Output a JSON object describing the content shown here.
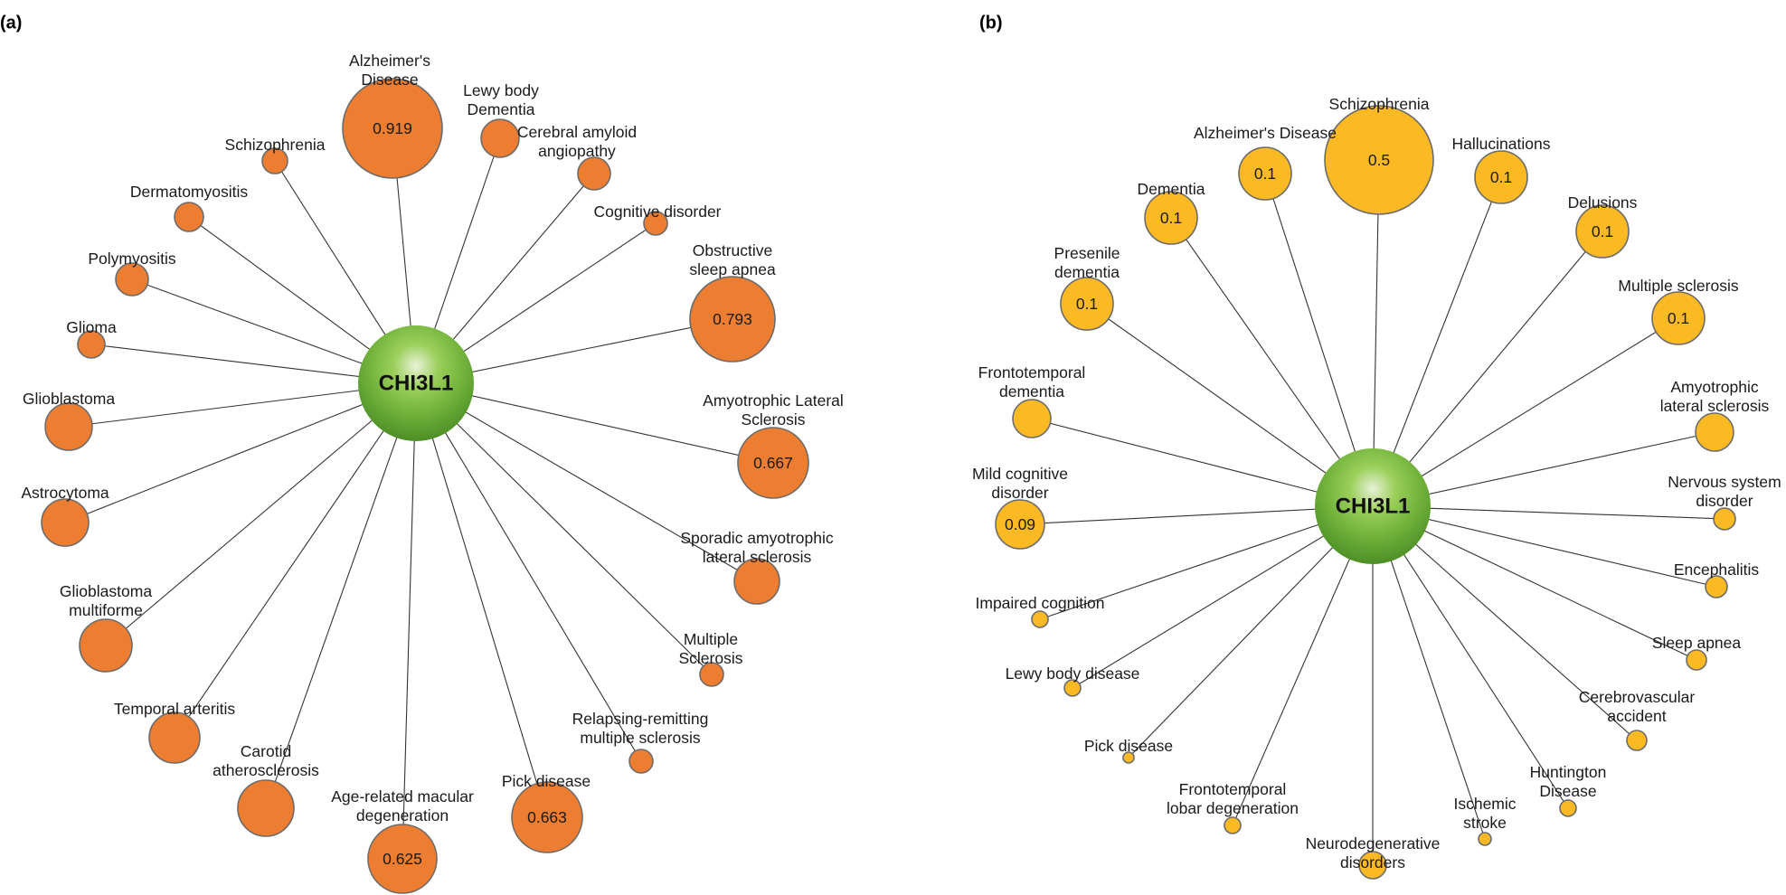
{
  "panels": [
    {
      "label": "(a)",
      "center": "CHI3L1",
      "node_color": "#ED7D31",
      "nodes": [
        {
          "lines": [
            "Alzheimer's",
            "Disease"
          ],
          "value": "0.919",
          "icon": "disease-node"
        },
        {
          "lines": [
            "Lewy body",
            "Dementia"
          ],
          "value": "",
          "icon": "disease-node"
        },
        {
          "lines": [
            "Cerebral amyloid",
            "angiopathy"
          ],
          "value": "",
          "icon": "disease-node"
        },
        {
          "lines": [
            "Cognitive disorder"
          ],
          "value": "",
          "icon": "disease-node"
        },
        {
          "lines": [
            "Obstructive",
            "sleep apnea"
          ],
          "value": "0.793",
          "icon": "disease-node"
        },
        {
          "lines": [
            "Amyotrophic Lateral",
            "Sclerosis"
          ],
          "value": "0.667",
          "icon": "disease-node"
        },
        {
          "lines": [
            "Sporadic amyotrophic",
            "lateral sclerosis"
          ],
          "value": "",
          "icon": "disease-node"
        },
        {
          "lines": [
            "Multiple",
            "Sclerosis"
          ],
          "value": "",
          "icon": "disease-node"
        },
        {
          "lines": [
            "Relapsing-remitting",
            "multiple sclerosis"
          ],
          "value": "",
          "icon": "disease-node"
        },
        {
          "lines": [
            "Pick disease"
          ],
          "value": "0.663",
          "icon": "disease-node"
        },
        {
          "lines": [
            "Age-related macular",
            "degeneration"
          ],
          "value": "0.625",
          "icon": "disease-node"
        },
        {
          "lines": [
            "Carotid",
            "atherosclerosis"
          ],
          "value": "",
          "icon": "disease-node"
        },
        {
          "lines": [
            "Temporal arteritis"
          ],
          "value": "",
          "icon": "disease-node"
        },
        {
          "lines": [
            "Glioblastoma",
            "multiforme"
          ],
          "value": "",
          "icon": "disease-node"
        },
        {
          "lines": [
            "Astrocytoma"
          ],
          "value": "",
          "icon": "disease-node"
        },
        {
          "lines": [
            "Glioblastoma"
          ],
          "value": "",
          "icon": "disease-node"
        },
        {
          "lines": [
            "Glioma"
          ],
          "value": "",
          "icon": "disease-node"
        },
        {
          "lines": [
            "Polymyositis"
          ],
          "value": "",
          "icon": "disease-node"
        },
        {
          "lines": [
            "Dermatomyositis"
          ],
          "value": "",
          "icon": "disease-node"
        },
        {
          "lines": [
            "Schizophrenia"
          ],
          "value": "",
          "icon": "disease-node"
        }
      ]
    },
    {
      "label": "(b)",
      "center": "CHI3L1",
      "node_color": "#FBBA23",
      "nodes": [
        {
          "lines": [
            "Schizophrenia"
          ],
          "value": "0.5",
          "icon": "disease-node"
        },
        {
          "lines": [
            "Hallucinations"
          ],
          "value": "0.1",
          "icon": "disease-node"
        },
        {
          "lines": [
            "Delusions"
          ],
          "value": "0.1",
          "icon": "disease-node"
        },
        {
          "lines": [
            "Multiple sclerosis"
          ],
          "value": "0.1",
          "icon": "disease-node"
        },
        {
          "lines": [
            "Amyotrophic",
            "lateral sclerosis"
          ],
          "value": "",
          "icon": "disease-node"
        },
        {
          "lines": [
            "Nervous system",
            "disorder"
          ],
          "value": "",
          "icon": "disease-node"
        },
        {
          "lines": [
            "Encephalitis"
          ],
          "value": "",
          "icon": "disease-node"
        },
        {
          "lines": [
            "Sleep apnea"
          ],
          "value": "",
          "icon": "disease-node"
        },
        {
          "lines": [
            "Cerebrovascular",
            "accident"
          ],
          "value": "",
          "icon": "disease-node"
        },
        {
          "lines": [
            "Huntington",
            "Disease"
          ],
          "value": "",
          "icon": "disease-node"
        },
        {
          "lines": [
            "Ischemic",
            "stroke"
          ],
          "value": "",
          "icon": "disease-node"
        },
        {
          "lines": [
            "Neurodegenerative",
            "disorders"
          ],
          "value": "",
          "icon": "disease-node"
        },
        {
          "lines": [
            "Frontotemporal",
            "lobar degeneration"
          ],
          "value": "",
          "icon": "disease-node"
        },
        {
          "lines": [
            "Pick disease"
          ],
          "value": "",
          "icon": "disease-node"
        },
        {
          "lines": [
            "Lewy body disease"
          ],
          "value": "",
          "icon": "disease-node"
        },
        {
          "lines": [
            "Impaired cognition"
          ],
          "value": "",
          "icon": "disease-node"
        },
        {
          "lines": [
            "Mild cognitive",
            "disorder"
          ],
          "value": "0.09",
          "icon": "disease-node"
        },
        {
          "lines": [
            "Frontotemporal",
            "dementia"
          ],
          "value": "",
          "icon": "disease-node"
        },
        {
          "lines": [
            "Presenile",
            "dementia"
          ],
          "value": "0.1",
          "icon": "disease-node"
        },
        {
          "lines": [
            "Dementia"
          ],
          "value": "0.1",
          "icon": "disease-node"
        },
        {
          "lines": [
            "Alzheimer's Disease"
          ],
          "value": "0.1",
          "icon": "disease-node"
        }
      ]
    }
  ]
}
